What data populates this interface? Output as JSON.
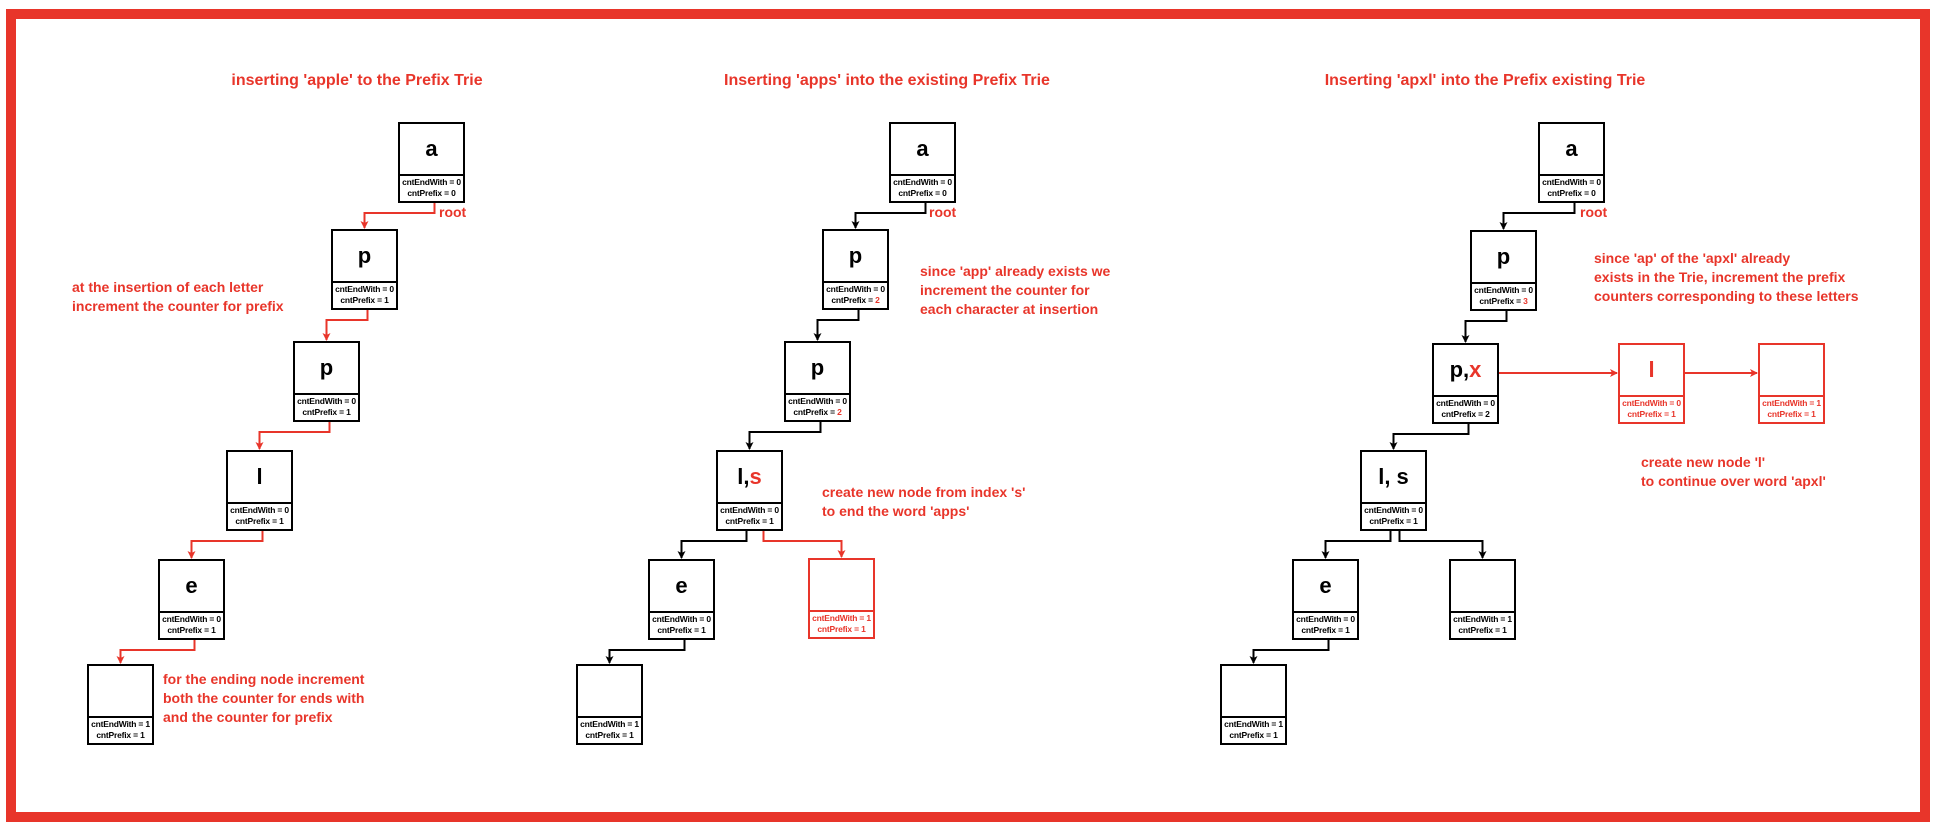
{
  "colors": {
    "accent": "#E8352A",
    "ink": "#000000"
  },
  "diagrams": [
    {
      "title": "inserting 'apple' to the Prefix Trie",
      "root_label": "root",
      "notes": [
        [
          "at the insertion of each letter",
          "increment the counter for prefix"
        ],
        [
          "for the ending node increment",
          "both the counter for ends with",
          "and the counter for prefix"
        ]
      ],
      "nodes": [
        {
          "letter": "a",
          "extra": "",
          "end": "cntEndWith = 0",
          "prefix_label": "cntPrefix = ",
          "prefix": "0"
        },
        {
          "letter": "p",
          "extra": "",
          "end": "cntEndWith = 0",
          "prefix_label": "cntPrefix = ",
          "prefix": "1"
        },
        {
          "letter": "p",
          "extra": "",
          "end": "cntEndWith = 0",
          "prefix_label": "cntPrefix = ",
          "prefix": "1"
        },
        {
          "letter": "l",
          "extra": "",
          "end": "cntEndWith = 0",
          "prefix_label": "cntPrefix = ",
          "prefix": "1"
        },
        {
          "letter": "e",
          "extra": "",
          "end": "cntEndWith = 0",
          "prefix_label": "cntPrefix = ",
          "prefix": "1"
        },
        {
          "letter": "",
          "extra": "",
          "end": "cntEndWith = 1",
          "prefix_label": "cntPrefix = ",
          "prefix": "1"
        }
      ]
    },
    {
      "title": "Inserting 'apps' into the existing Prefix Trie",
      "root_label": "root",
      "notes": [
        [
          "since 'app' already exists we",
          "increment the counter for",
          "each character at insertion"
        ],
        [
          "create new node from index 's'",
          "to end the word 'apps'"
        ]
      ],
      "nodes": [
        {
          "letter": "a",
          "extra": "",
          "end": "cntEndWith = 0",
          "prefix_label": "cntPrefix = ",
          "prefix": "0"
        },
        {
          "letter": "p",
          "extra": "",
          "end": "cntEndWith = 0",
          "prefix_label": "cntPrefix = ",
          "prefix": "2"
        },
        {
          "letter": "p",
          "extra": "",
          "end": "cntEndWith = 0",
          "prefix_label": "cntPrefix = ",
          "prefix": "2"
        },
        {
          "letter": "l, ",
          "extra": "s",
          "end": "cntEndWith = 0",
          "prefix_label": "cntPrefix = ",
          "prefix": "1"
        },
        {
          "letter": "e",
          "extra": "",
          "end": "cntEndWith = 0",
          "prefix_label": "cntPrefix = ",
          "prefix": "1"
        },
        {
          "letter": "",
          "extra": "",
          "end": "cntEndWith = 1",
          "prefix_label": "cntPrefix = ",
          "prefix": "1"
        },
        {
          "letter": "",
          "extra": "",
          "end": "cntEndWith = 1",
          "prefix_label": "cntPrefix = ",
          "prefix": "1"
        }
      ]
    },
    {
      "title": "Inserting 'apxl' into the Prefix existing Trie",
      "root_label": "root",
      "notes": [
        [
          "since 'ap' of the 'apxl' already",
          "exists in the Trie, increment the prefix",
          "counters corresponding to these letters"
        ],
        [
          "create new node 'l'",
          "to continue over word 'apxl'"
        ]
      ],
      "nodes": [
        {
          "letter": "a",
          "extra": "",
          "end": "cntEndWith = 0",
          "prefix_label": "cntPrefix = ",
          "prefix": "0"
        },
        {
          "letter": "p",
          "extra": "",
          "end": "cntEndWith = 0",
          "prefix_label": "cntPrefix = ",
          "prefix": "3"
        },
        {
          "letter": "p, ",
          "extra": "x",
          "end": "cntEndWith = 0",
          "prefix_label": "cntPrefix = ",
          "prefix": "2"
        },
        {
          "letter": "l",
          "extra": "",
          "end": "cntEndWith = 0",
          "prefix_label": "cntPrefix = ",
          "prefix": "1"
        },
        {
          "letter": "",
          "extra": "",
          "end": "cntEndWith = 1",
          "prefix_label": "cntPrefix = ",
          "prefix": "1"
        },
        {
          "letter": "l, s",
          "extra": "",
          "end": "cntEndWith = 0",
          "prefix_label": "cntPrefix = ",
          "prefix": "1"
        },
        {
          "letter": "e",
          "extra": "",
          "end": "cntEndWith = 0",
          "prefix_label": "cntPrefix = ",
          "prefix": "1"
        },
        {
          "letter": "",
          "extra": "",
          "end": "cntEndWith = 1",
          "prefix_label": "cntPrefix = ",
          "prefix": "1"
        },
        {
          "letter": "",
          "extra": "",
          "end": "cntEndWith = 1",
          "prefix_label": "cntPrefix = ",
          "prefix": "1"
        }
      ]
    }
  ]
}
